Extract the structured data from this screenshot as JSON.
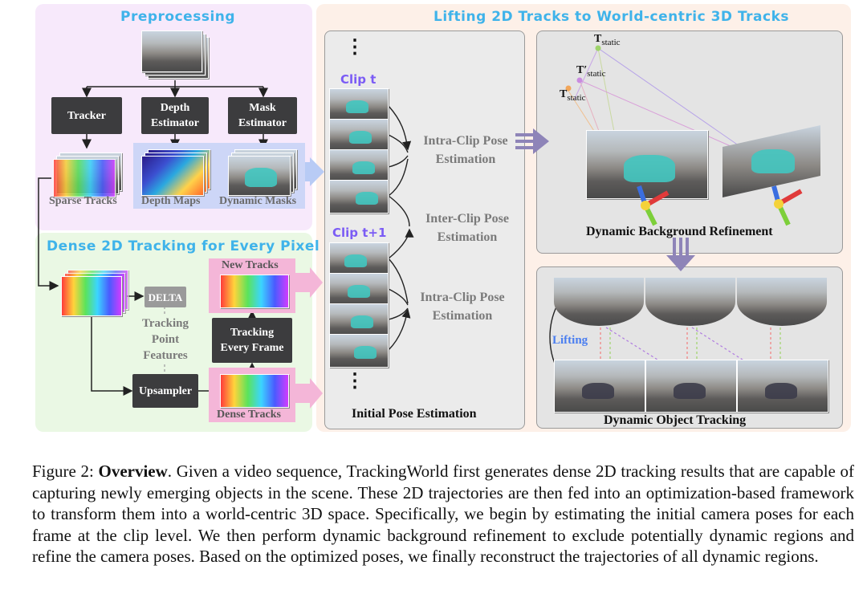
{
  "sections": {
    "preprocessing": "Preprocessing",
    "dense_tracking": "Dense 2D Tracking for Every Pixel",
    "lifting": "Lifting 2D Tracks to World-centric 3D Tracks"
  },
  "preprocessing": {
    "tracker": "Tracker",
    "depth_estimator": "Depth Estimator",
    "mask_estimator": "Mask Estimator",
    "sparse_tracks": "Sparse Tracks",
    "depth_maps": "Depth Maps",
    "dynamic_masks": "Dynamic Masks"
  },
  "dense": {
    "delta": "DELTA",
    "tracking_point_features": "Tracking Point Features",
    "upsampler": "Upsampler",
    "tracking_every_frame": "Tracking Every Frame",
    "new_tracks": "New Tracks",
    "dense_tracks": "Dense Tracks"
  },
  "lifting": {
    "clip_t": "Clip t",
    "clip_t1": "Clip t+1",
    "intra_clip_1": "Intra-Clip Pose Estimation",
    "inter_clip": "Inter-Clip Pose Estimation",
    "intra_clip_2": "Intra-Clip Pose Estimation",
    "initial_pose": "Initial Pose Estimation",
    "dynamic_bg": "Dynamic Background Refinement",
    "dynamic_obj": "Dynamic Object Tracking",
    "lifting_label": "Lifting",
    "t_static_top": "T",
    "t_static_top_sub": "static",
    "t_static_mid": "T′",
    "t_static_mid_sub": "static",
    "t_static_low": "T",
    "t_static_low_sub": "static",
    "ellipsis": "⋮"
  },
  "caption": {
    "label": "Figure 2:",
    "bold": "Overview",
    "text": ". Given a video sequence, TrackingWorld first generates dense 2D tracking results that are capable of capturing newly emerging objects in the scene. These 2D trajectories are then fed into an optimization-based framework to transform them into a world-centric 3D space. Specifically, we begin by estimating the initial camera poses for each frame at the clip level. We then perform dynamic background refinement to exclude potentially dynamic regions and refine the camera poses. Based on the optimized poses, we finally reconstruct the trajectories of all dynamic regions."
  },
  "colors": {
    "preprocessing_bg": "#f7e9fb",
    "dense_bg": "#eaf8e4",
    "lifting_bg": "#fdf0e8",
    "title_blue": "#3fb3ea",
    "clip_purple": "#7b5cf5",
    "arrow_blue": "#b8cbf5",
    "arrow_pink": "#f4b6d8",
    "arrow_purple": "#8e84b8"
  }
}
